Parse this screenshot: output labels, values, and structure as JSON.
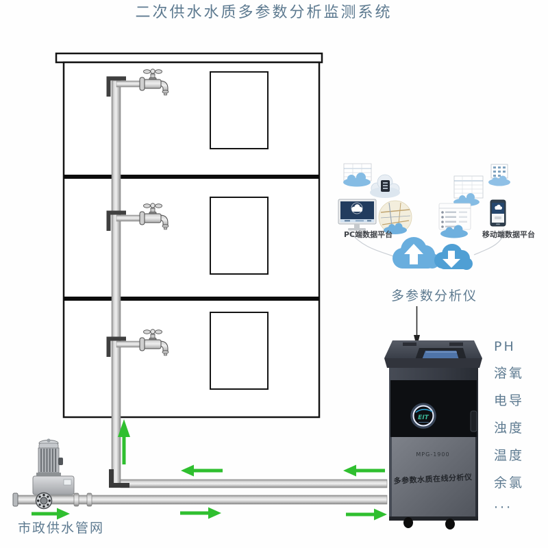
{
  "title": "二次供水水质多参数分析监测系统",
  "platform": {
    "pc_label": "PC端数据平台",
    "mobile_label": "移动端数据平台"
  },
  "analyzer": {
    "label": "多参数分析仪",
    "logo_text": "EIT",
    "model": "MPG-1900",
    "name_plate": "多参数水质在线分析仪"
  },
  "parameters": [
    "PH",
    "溶氧",
    "电导",
    "浊度",
    "温度",
    "余氯",
    "···"
  ],
  "supply": {
    "label": "市政供水管网"
  },
  "icons": {
    "cloud_upload": "cloud-with-up-arrow",
    "cloud_download": "cloud-with-down-arrow",
    "faucet": "water-tap",
    "pump": "booster-pump",
    "antenna": "wireless-antenna"
  },
  "colors": {
    "text_blue": "#5d7a90",
    "arrow_green": "#2fbf2f",
    "cloud_upload": "#69aede",
    "cloud_download": "#4f9fd4",
    "pipe_gray": "#c9c9c9",
    "device_dark": "#34383f"
  }
}
